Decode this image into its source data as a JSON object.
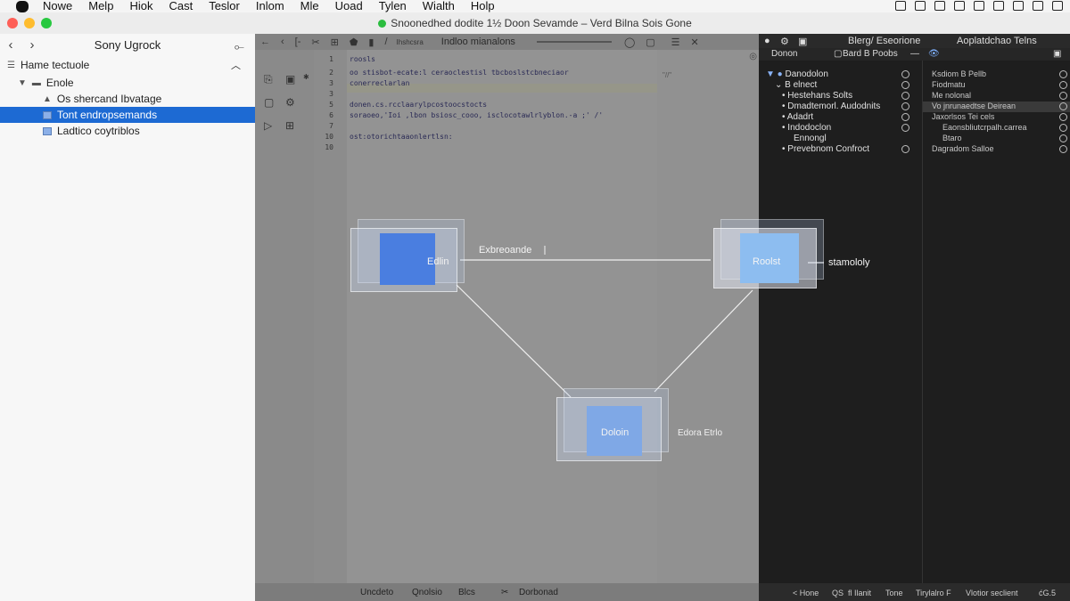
{
  "menubar": {
    "items": [
      "Nowe",
      "Melp",
      "Hiok",
      "Cast",
      "Teslor",
      "Inlom",
      "Mle",
      "Uoad",
      "Tylen",
      "Wialth",
      "Holp"
    ]
  },
  "window": {
    "title": "Snoonedhed dodite 1½ Doon Sevamde – Verd Bilna Sois Gone",
    "status_dot_color": "#2bbd3f"
  },
  "sidebar": {
    "title": "Sony Ugrock",
    "section": "Hame tectuole",
    "group": "Enole",
    "items": [
      {
        "label": "Os shercand Ibvatage"
      },
      {
        "label": "Tont endropsemands",
        "selected": true
      },
      {
        "label": "Ladtico coytriblos"
      }
    ]
  },
  "editor": {
    "toolbar_small": "Ihshcsra",
    "toolbar_title": "Indloo mianalons",
    "line_numbers": [
      "1",
      "2",
      "3",
      "3",
      "5",
      "6",
      "7",
      "10",
      "10"
    ],
    "code_lines": [
      "roosls",
      "oo stisbot-ecate:l ceraoclestisl tbcboslstcbneciaor",
      "conerreclarlan",
      "",
      "donen.cs.rcclaarylpcostoocstocts",
      "soraoeo,'Ioi ,lbon bsiosc_cooo, isclocotawlrlyblon.-a ;' /'",
      "",
      "ost:otorichtaaonlertlsn:"
    ],
    "code_right_note": "\"//\"",
    "status": [
      "Uncdeto",
      "Qnolsio",
      "Blcs",
      "Dorbonad"
    ],
    "accent_color": "#1d6ad3"
  },
  "diagram": {
    "nodes": [
      {
        "label": "Edlin"
      },
      {
        "label": "Roolst"
      },
      {
        "label": "Doloin"
      }
    ],
    "labels": {
      "edge_top": "Exbreoande",
      "right": "stamololy",
      "bottom": "Edora Etrlo"
    }
  },
  "inspector": {
    "title_left": "Blerg/ Eseorione",
    "title_right": "Aoplatdchao Telns",
    "tab": "Donon",
    "tab2": "Bard B Poobs",
    "tree": [
      "Danodolon",
      "B elnect",
      "Hestehans Solts",
      "Dmadtemorl. Audodnits",
      "Adadrt",
      "Indodoclon",
      "Ennongl",
      "Prevebnom Confroct"
    ],
    "props": [
      "Ksdiom B Pellb",
      "Fiodmatu",
      "Me nolonal",
      "Vo jnrunaedtse Deirean",
      "Jaxorlsos Tei cels",
      "Eaonsbliutcrpalh.carrea",
      "Btaro",
      "Dagradom Salloe"
    ],
    "status": [
      "< Hone",
      "QS",
      "fl Ilanit",
      "Tone",
      "Tirylalro F",
      "Vlotior seclient",
      "ćG.5"
    ]
  }
}
